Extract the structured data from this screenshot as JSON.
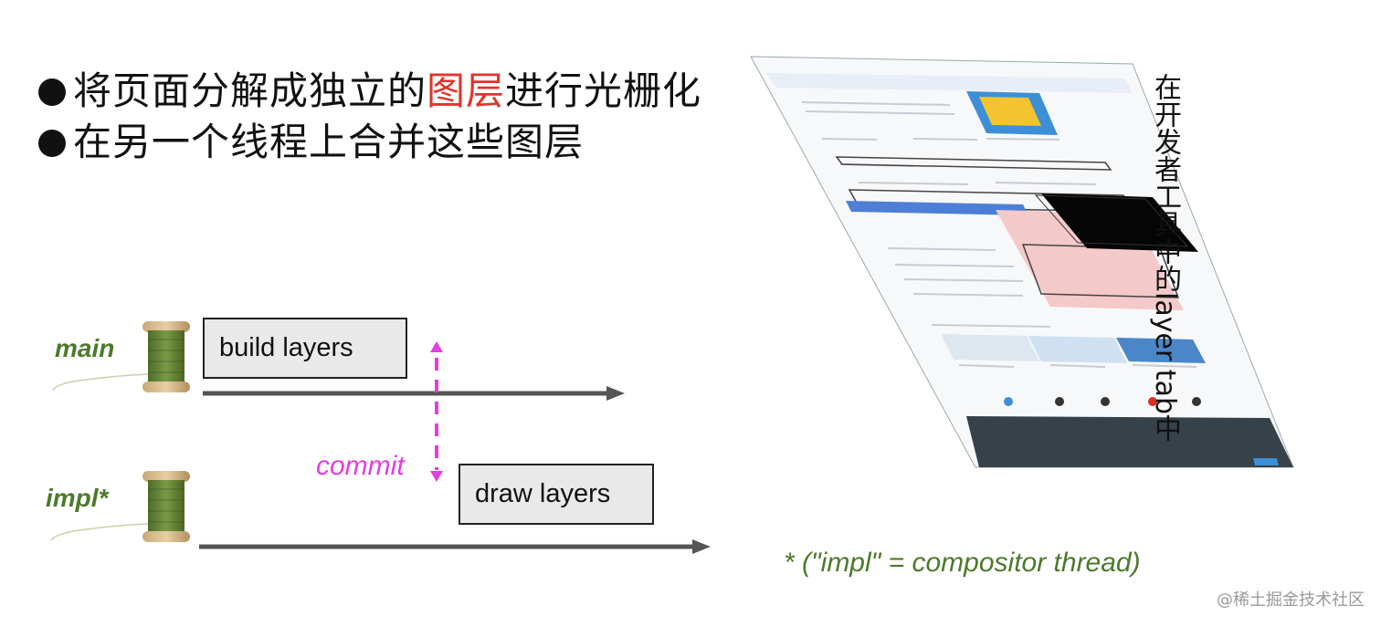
{
  "bullets": [
    {
      "before": "将页面分解成独立的",
      "highlight": "图层",
      "after": "进行光栅化"
    },
    {
      "before": "在另一个线程上合并这些图层",
      "highlight": "",
      "after": ""
    }
  ],
  "threads": {
    "main": {
      "label": "main",
      "task": "build layers"
    },
    "impl": {
      "label": "impl*",
      "task": "draw layers"
    }
  },
  "commit_label": "commit",
  "footnote": "* (\"impl\" = compositor thread)",
  "side_caption": "在开发者工具中的layer tab中",
  "watermark": "@稀土掘金技术社区",
  "colors": {
    "thread_label": "#4c7a2a",
    "commit": "#e23ee2",
    "highlight": "#e0342b",
    "arrow": "#555555"
  }
}
